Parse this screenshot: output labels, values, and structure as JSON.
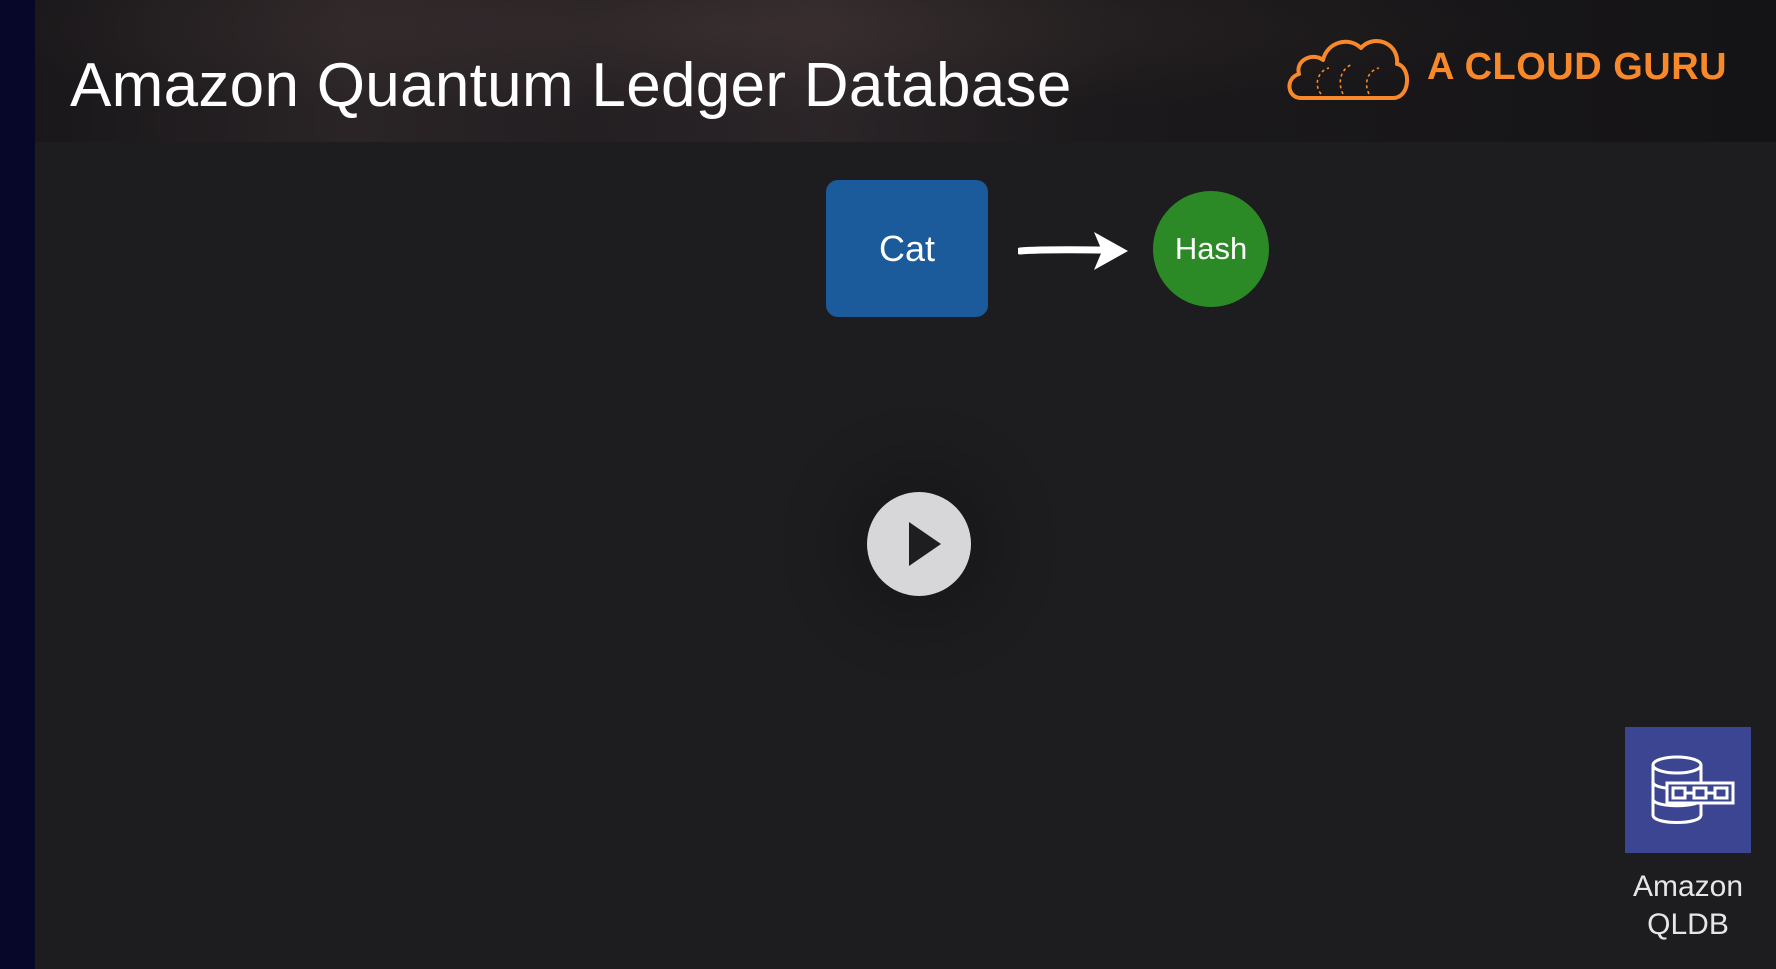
{
  "slide": {
    "title": "Amazon Quantum Ledger Database"
  },
  "logo": {
    "text": "A CLOUD GURU",
    "icon": "cloud-icon",
    "color": "#f7892a"
  },
  "diagram": {
    "source_label": "Cat",
    "target_label": "Hash",
    "source_color": "#1b5a9b",
    "target_color": "#2b8a26",
    "connector": "arrow-right-icon"
  },
  "player": {
    "play_icon": "play-icon"
  },
  "service": {
    "icon": "qldb-database-icon",
    "label_line1": "Amazon",
    "label_line2": "QLDB",
    "icon_color": "#3c4592"
  }
}
